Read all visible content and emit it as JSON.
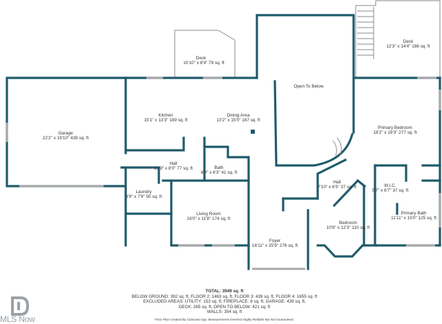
{
  "rooms": {
    "garage": {
      "name": "Garage",
      "dims": "22'2\" x 19'10\" 439 sq. ft"
    },
    "deck_left": {
      "name": "Deck",
      "dims": "10'10\" x 8'9\" 79 sq. ft"
    },
    "deck_right": {
      "name": "Deck",
      "dims": "12'3\" x 14'4\" 186 sq. ft"
    },
    "kitchen": {
      "name": "Kitchen",
      "dims": "15'1\" x 13'3\" 189 sq. ft"
    },
    "dining": {
      "name": "Dining Area",
      "dims": "13'2\" x 15'0\" 167 sq. ft"
    },
    "open_below": {
      "name": "Open To Below"
    },
    "primary_bedroom": {
      "name": "Primary Bedroom",
      "dims": "18'2\" x 19'3\" 277 sq. ft"
    },
    "hall_left": {
      "name": "Hall",
      "dims": "10'9\" x 8'0\" 77 sq. ft"
    },
    "bath": {
      "name": "Bath",
      "dims": "8'0\" x 6'3\" 41 sq. ft"
    },
    "laundry": {
      "name": "Laundry",
      "dims": "6'9\" x 7'9\" 50 sq. ft"
    },
    "hall_right": {
      "name": "Hall",
      "dims": "7'10\" x 6'5\" 37 sq. ft"
    },
    "wic": {
      "name": "W.I.C.",
      "dims": "5'7\" x 6'7\" 37 sq. ft"
    },
    "primary_bath": {
      "name": "Primary Bath",
      "dims": "11'11\" x 15'0\" 125 sq. ft"
    },
    "living": {
      "name": "Living Room",
      "dims": "16'0\" x 11'8\" 174 sq. ft"
    },
    "bedroom": {
      "name": "Bedroom",
      "dims": "10'9\" x 12'3\" 110 sq. ft"
    },
    "foyer": {
      "name": "Foyer",
      "dims": "16'11\" x 25'9\" 276 sq. ft"
    }
  },
  "totals": {
    "total": "TOTAL: 3949 sq. ft",
    "line1": "BELOW GROUND: 392 sq. ft, FLOOR 2: 1463 sq. ft, FLOOR 3: 439 sq. ft, FLOOR 4: 1655 sq. ft",
    "line2": "EXCLUDED AREAS: UTILITY: 153 sq. ft, FIREPLACE: 8 sq. ft, GARAGE: 439 sq. ft,",
    "line3": "DECK: 265 sq. ft, OPEN TO BELOW: 421 sq. ft",
    "line4": "WALLS: 354 sq. ft"
  },
  "credit": "Floor Plan Created By Cubicasa App. Measurements Deemed Highly Reliable But Not Guaranteed.",
  "brand": {
    "name": "MLS Now",
    "logo_icon": "mls-now-logo-icon"
  },
  "colors": {
    "wall": "#1f5a6b",
    "window": "#a9a9a9",
    "text": "#333333"
  }
}
